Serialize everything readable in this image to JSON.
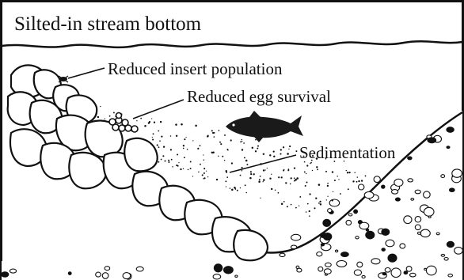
{
  "diagram": {
    "title": "Silted-in stream bottom",
    "labels": {
      "insect": "Reduced insert population",
      "egg": "Reduced egg survival",
      "sediment": "Sedimentation"
    },
    "colors": {
      "ink": "#111111",
      "background": "#ffffff",
      "fish": "#1a1a1a"
    },
    "icons": {
      "fish": "fish-icon",
      "insect": "insect-icon",
      "eggs": "egg-cluster-icon"
    }
  }
}
